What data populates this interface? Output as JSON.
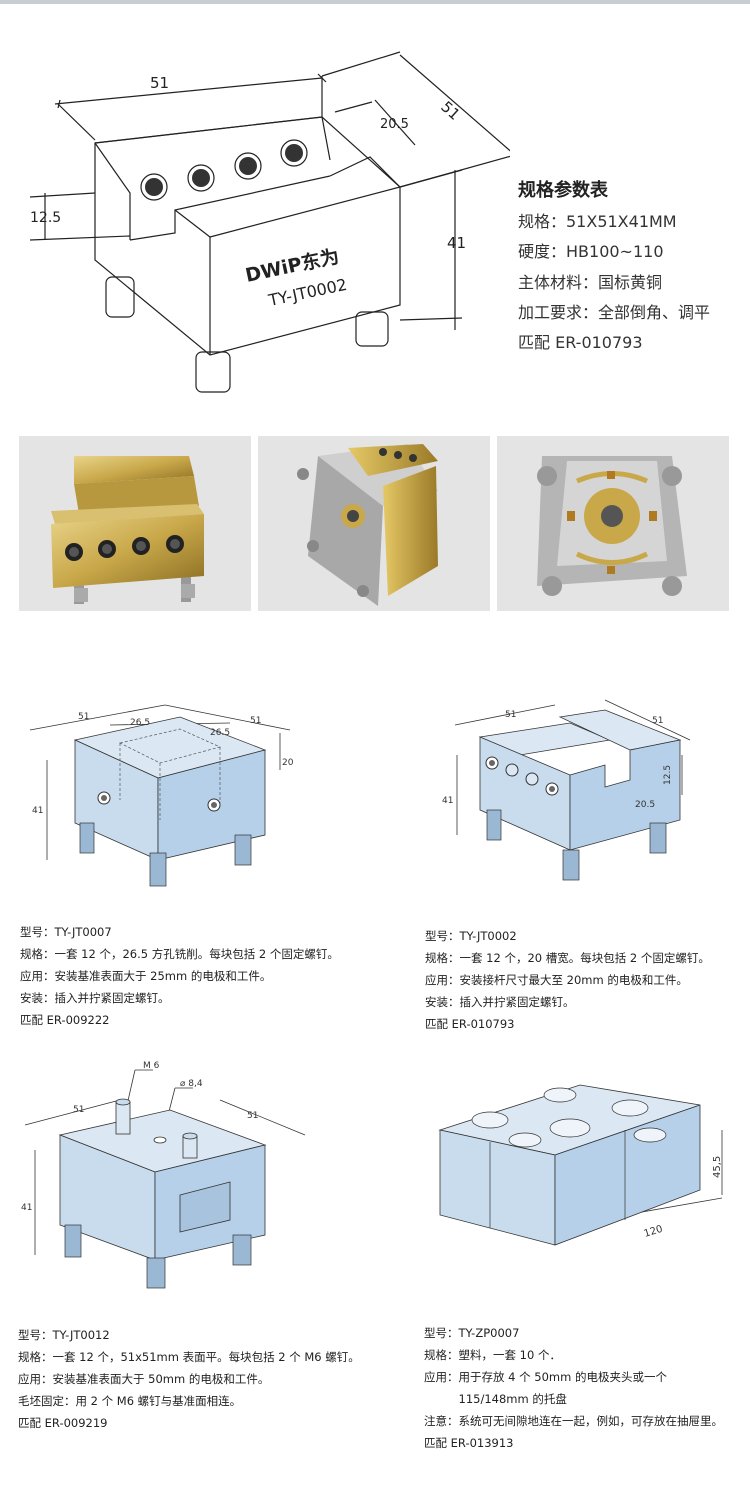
{
  "main_drawing": {
    "dims": {
      "width_top": "51",
      "depth": "51",
      "slot": "20.5",
      "left_h": "12.5",
      "height": "41"
    },
    "brand": "DWiP东为",
    "model": "TY-JT0002"
  },
  "spec": {
    "title": "规格参数表",
    "lines": [
      "规格：51X51X41MM",
      "硬度：HB100~110",
      "主体材料：国标黄铜",
      "加工要求：全部倒角、调平",
      "匹配 ER-010793"
    ]
  },
  "diagrams": {
    "d1": {
      "a": "51",
      "b": "26.5",
      "c": "26.5",
      "d": "51",
      "e": "20",
      "f": "41"
    },
    "d2": {
      "a": "51",
      "b": "51",
      "c": "12.5",
      "d": "20.5",
      "e": "41"
    },
    "d3": {
      "m6": "M 6",
      "dia": "⌀ 8,4",
      "a": "51",
      "b": "51",
      "c": "41"
    },
    "d4": {
      "a": "45,5",
      "b": "120"
    }
  },
  "products": [
    {
      "lines": [
        "型号：TY-JT0007",
        "规格：一套 12 个，26.5 方孔铣削。每块包括 2 个固定螺钉。",
        "应用：安装基准表面大于 25mm 的电极和工件。",
        "安装：插入并拧紧固定螺钉。",
        "匹配 ER-009222"
      ]
    },
    {
      "lines": [
        "型号：TY-JT0002",
        "规格：一套 12 个，20 槽宽。每块包括 2 个固定螺钉。",
        "应用：安装接杆尺寸最大至 20mm 的电极和工件。",
        "安装：插入并拧紧固定螺钉。",
        "匹配 ER-010793"
      ]
    },
    {
      "lines": [
        "型号：TY-JT0012",
        "规格：一套 12 个，51x51mm 表面平。每块包括 2 个 M6 螺钉。",
        "应用：安装基准表面大于 50mm 的电极和工件。",
        "毛坯固定：用 2 个 M6 螺钉与基准面相连。",
        "匹配 ER-009219"
      ]
    },
    {
      "lines": [
        "型号：TY-ZP0007",
        "规格：塑料，一套 10 个．",
        "应用：用于存放 4 个 50mm 的电极夹头或一个",
        "　　　115/148mm 的托盘",
        "注意：系统可无间隙地连在一起，例如，可存放在抽屉里。",
        "匹配 ER-013913"
      ]
    }
  ]
}
